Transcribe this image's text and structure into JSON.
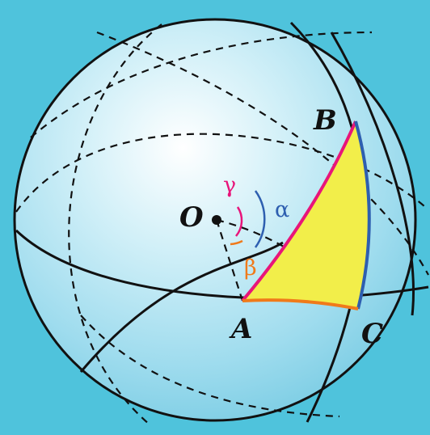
{
  "points": {
    "O": "O",
    "A": "A",
    "B": "B",
    "C": "C"
  },
  "angles": {
    "alpha": "α",
    "beta": "β",
    "gamma": "γ"
  },
  "colors": {
    "background": "#4fc3dc",
    "side_AB": "#e8157a",
    "side_BC": "#2e5fb0",
    "side_AC": "#f07a1a",
    "triangle_fill": "#f2ee4a",
    "alpha": "#2e5fb0",
    "beta": "#f07a1a",
    "gamma": "#e8157a"
  }
}
